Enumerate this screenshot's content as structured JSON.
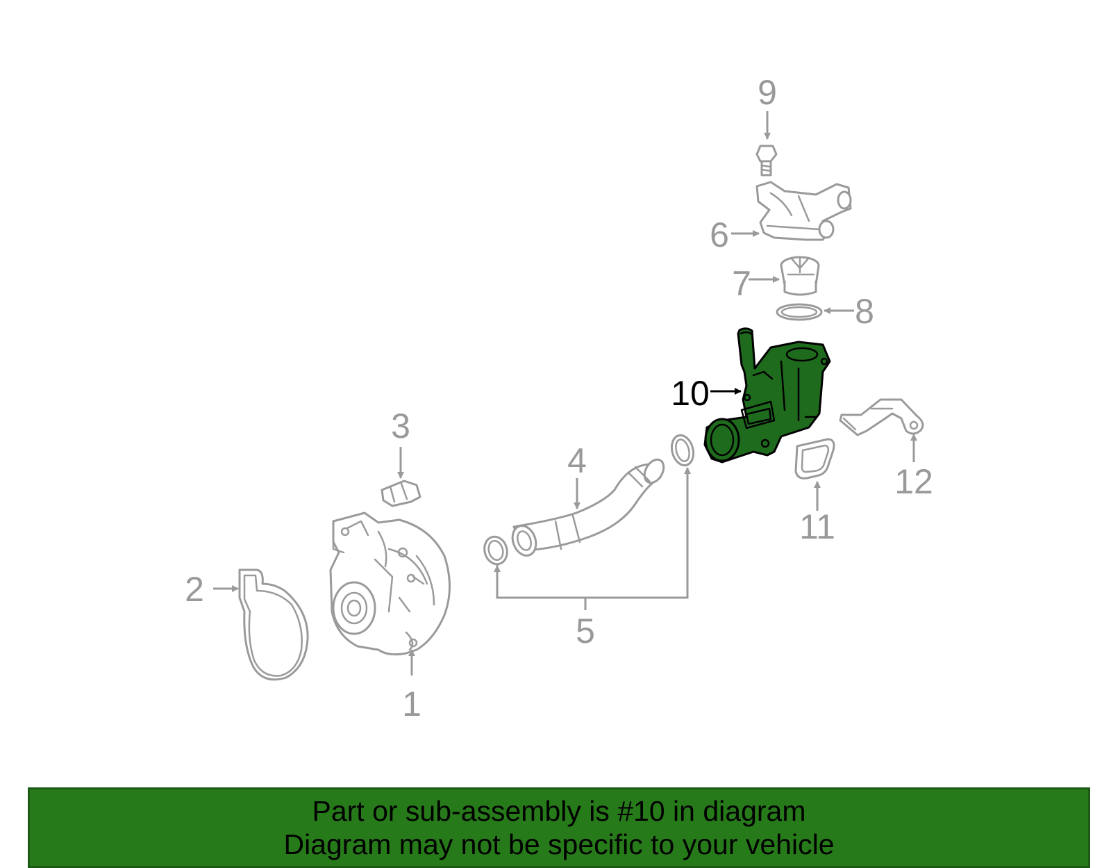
{
  "callouts": {
    "c1": "1",
    "c2": "2",
    "c3": "3",
    "c4": "4",
    "c5": "5",
    "c6": "6",
    "c7": "7",
    "c8": "8",
    "c9": "9",
    "c10": "10",
    "c11": "11",
    "c12": "12"
  },
  "highlighted_part": "10",
  "banner": {
    "line1": "Part or sub-assembly is #10 in diagram",
    "line2": "Diagram may not be specific to your vehicle"
  },
  "colors": {
    "highlight_fill": "#1f6b1d",
    "banner_bg": "#277a1a",
    "parts_line": "#9a9a9a",
    "callout_gray": "#999999"
  }
}
